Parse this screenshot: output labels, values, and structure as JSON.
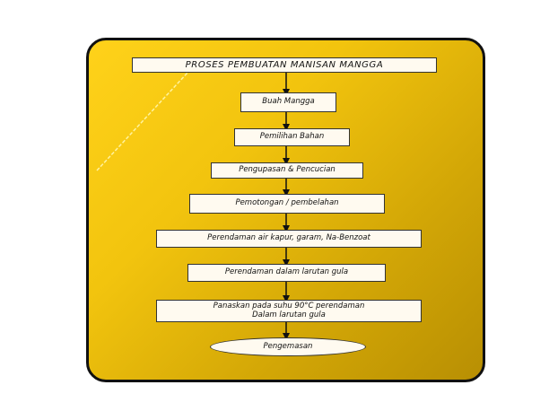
{
  "diagram": {
    "title": "PROSES PEMBUATAN MANISAN MANGGA",
    "steps": [
      "Buah Mangga",
      "Pemilihan Bahan",
      "Pengupasan & Pencucian",
      "Pemotongan / pembelahan",
      "Perendaman air kapur, garam, Na-Benzoat",
      "Perendaman dalam larutan gula",
      "Panaskan pada suhu 90°C perendaman\nDalam larutan gula",
      "Pengemasan"
    ]
  },
  "colors": {
    "panel_gold": "#e8b90a",
    "box_fill": "#fffaf0",
    "accent_line": "#fff3a0"
  }
}
